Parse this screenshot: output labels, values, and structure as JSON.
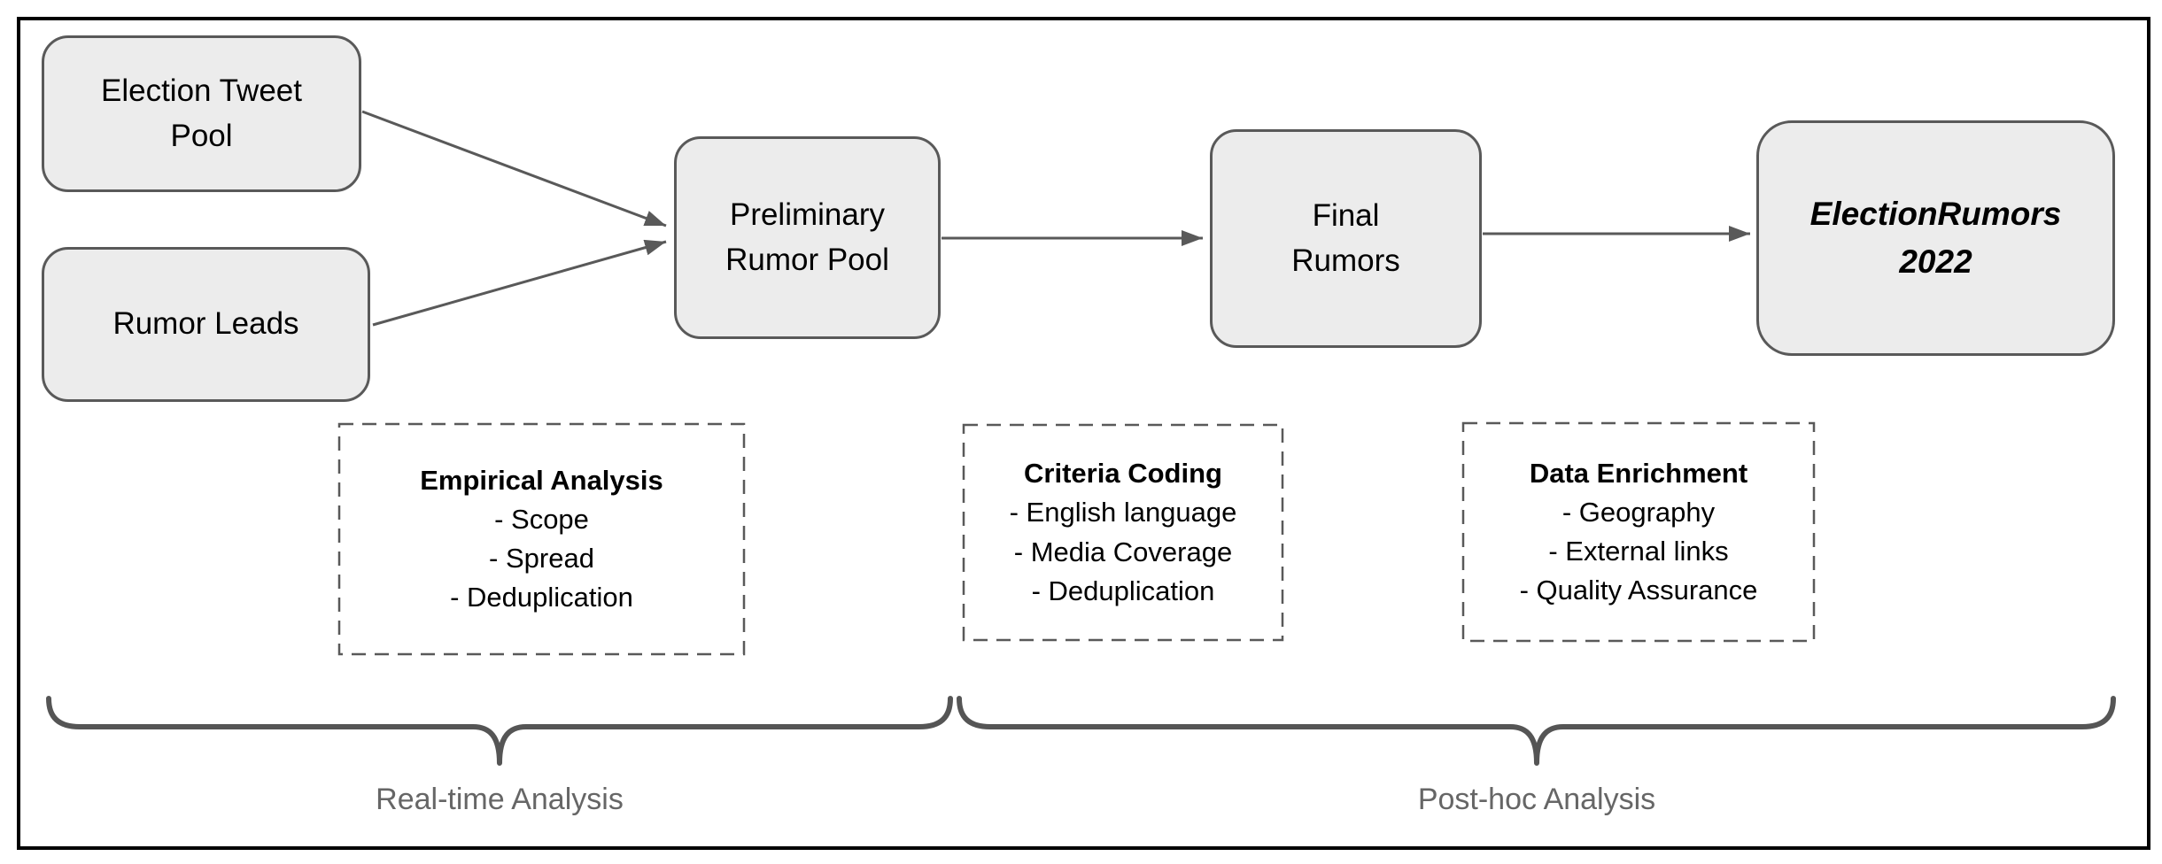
{
  "nodes": [
    {
      "id": "election-tweet-pool",
      "lines": [
        "Election Tweet",
        "Pool"
      ]
    },
    {
      "id": "rumor-leads",
      "lines": [
        "Rumor Leads"
      ]
    },
    {
      "id": "preliminary-rumor-pool",
      "lines": [
        "Preliminary",
        "Rumor Pool"
      ]
    },
    {
      "id": "final-rumors",
      "lines": [
        "Final",
        "Rumors"
      ]
    },
    {
      "id": "electionrumors-2022",
      "lines": [
        "ElectionRumors",
        "2022"
      ]
    }
  ],
  "notes": [
    {
      "title": "Empirical Analysis",
      "items": [
        "- Scope",
        "- Spread",
        "- Deduplication"
      ]
    },
    {
      "title": "Criteria Coding",
      "items": [
        "- English language",
        "- Media Coverage",
        "- Deduplication"
      ]
    },
    {
      "title": "Data Enrichment",
      "items": [
        "- Geography",
        "- External links",
        "- Quality Assurance"
      ]
    }
  ],
  "zones": [
    {
      "label": "Real-time Analysis"
    },
    {
      "label": "Post-hoc Analysis"
    }
  ],
  "colors": {
    "background": "#ffffff",
    "frame": "#000000",
    "node_fill": "#ececec",
    "node_border": "#595959",
    "connector": "#595959",
    "note_border": "#595959",
    "brace": "#555555",
    "zone_label_text": "#666666",
    "node_text": "#000000"
  }
}
